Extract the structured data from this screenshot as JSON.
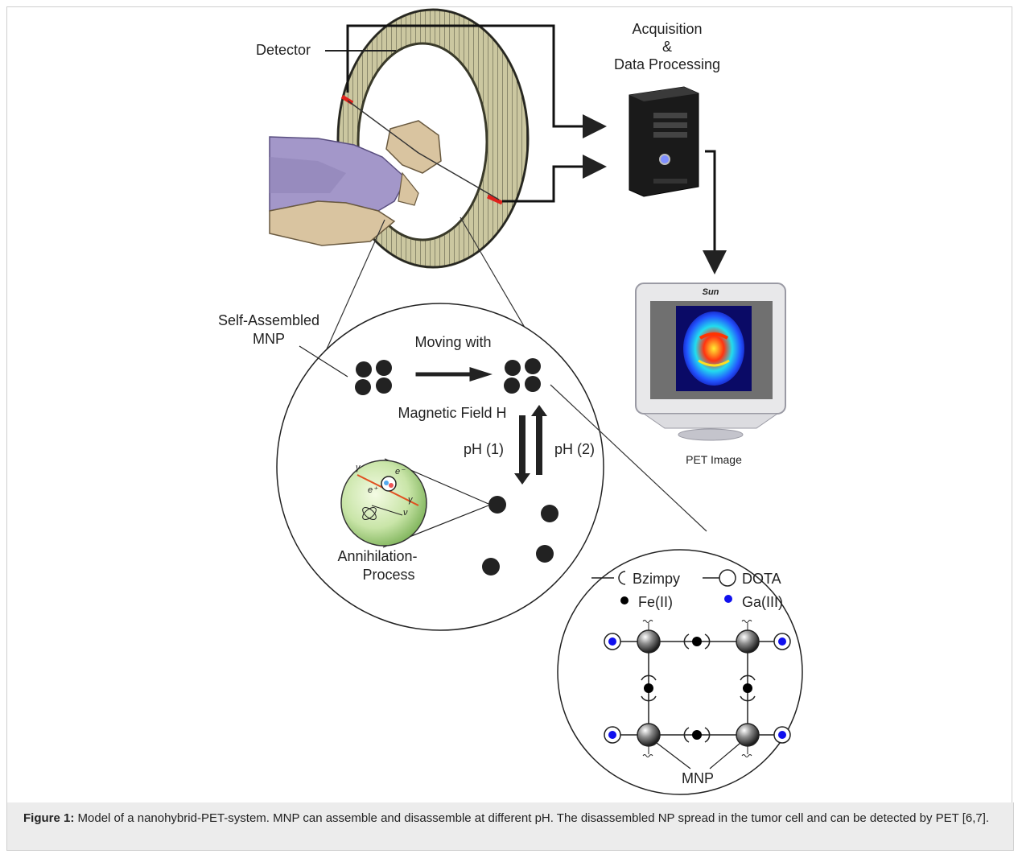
{
  "labels": {
    "detector": "Detector",
    "acquisition": [
      "Acquisition",
      "&",
      "Data Processing"
    ],
    "self_assembled": [
      "Self-Assembled",
      "MNP"
    ],
    "moving_with": "Moving with",
    "magnetic_field": "Magnetic Field H",
    "ph1": "pH (1)",
    "ph2": "pH (2)",
    "annihilation": [
      "Annihilation-",
      "Process"
    ],
    "pet_image": "PET Image",
    "monitor_brand": "Sun",
    "bzimpy": "Bzimpy",
    "dota": "DOTA",
    "fe": "Fe(II)",
    "ga": "Ga(III)",
    "mnp": "MNP",
    "annihilation_symbols": {
      "gamma": "γ",
      "electron": "e⁻",
      "positron": "e⁺",
      "neutrino": "ν"
    }
  },
  "caption": {
    "label": "Figure 1:",
    "text": " Model of a nanohybrid-PET-system. MNP can assemble and disassemble at different pH. The disassembled NP spread in the tumor cell and can be detected by PET [6,7]."
  },
  "colors": {
    "detector_ring": "#c8c49a",
    "detector_dark": "#3a3a2a",
    "patient_shirt": "#a397c9",
    "patient_skin": "#d9c4a0",
    "red_marker": "#e0221c",
    "ga_dot": "#1010ee",
    "fe_dot": "#000000",
    "caption_bg": "#ececec"
  }
}
